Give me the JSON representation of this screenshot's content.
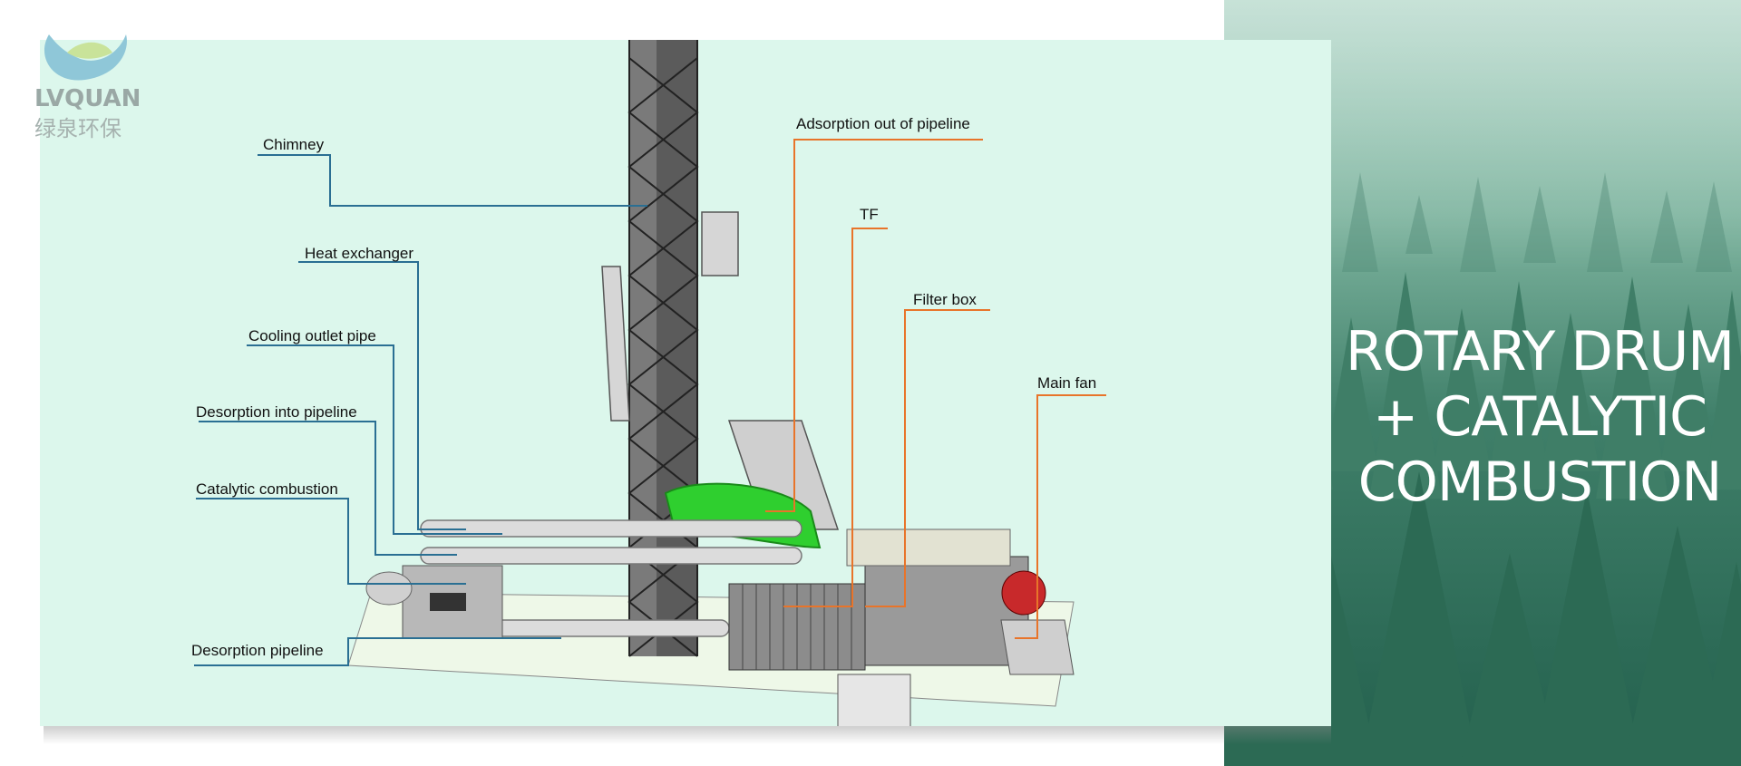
{
  "brand": {
    "logo_text": "LVQUAN",
    "logo_subtext": "绿泉环保",
    "colors": {
      "leader_blue": "#2a6f93",
      "leader_orange": "#e8742a",
      "duct_green": "#2fcf2f",
      "card_bg": "#dcf7ec",
      "forest": "#2f6e5a"
    }
  },
  "headline": {
    "line1": "ROTARY DRUM",
    "line2": "+ CATALYTIC",
    "line3": "COMBUSTION"
  },
  "diagram": {
    "labels": {
      "chimney": "Chimney",
      "heat_exchanger": "Heat exchanger",
      "cooling_outlet_pipe": "Cooling outlet pipe",
      "desorption_into_pipeline": "Desorption into pipeline",
      "catalytic_combustion": "Catalytic combustion",
      "desorption_pipeline": "Desorption pipeline",
      "adsorption_out_of_pipeline": "Adsorption out of pipeline",
      "tf": "TF",
      "filter_box": "Filter box",
      "main_fan": "Main fan"
    }
  }
}
